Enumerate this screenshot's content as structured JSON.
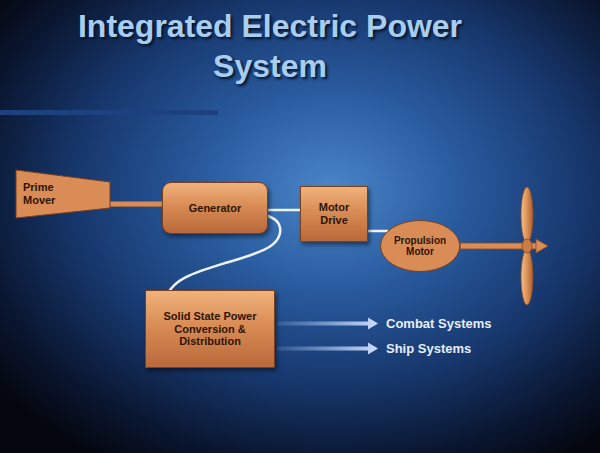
{
  "diagram": {
    "title": "Integrated Electric Power System",
    "nodes": [
      {
        "text": [
          "Prime Mover"
        ]
      },
      {
        "text": [
          "Generator"
        ]
      },
      {
        "text": [
          "Motor Drive"
        ]
      },
      {
        "text": [
          "Propulsion Motor"
        ]
      },
      {
        "text": [
          "Solid State Power Conversion & Distribution"
        ]
      }
    ],
    "edges": [
      {
        "from": 0,
        "to": 1,
        "arrow": "none"
      },
      {
        "from": 1,
        "to": 2,
        "arrow": "none"
      },
      {
        "from": 2,
        "to": 3,
        "arrow": "none"
      },
      {
        "from": 1,
        "to": 4,
        "arrow": "none"
      }
    ],
    "labels": [
      "Combat Systems",
      "Ship Systems"
    ]
  }
}
